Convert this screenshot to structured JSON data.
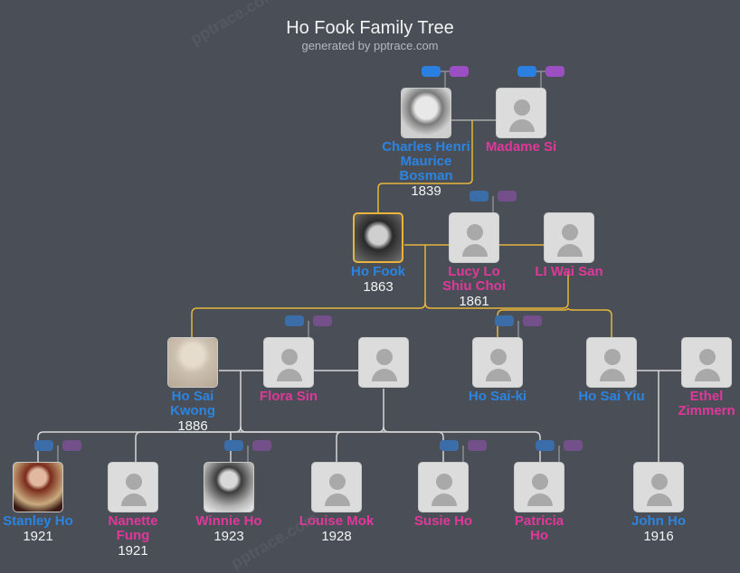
{
  "header": {
    "title": "Ho Fook Family Tree",
    "subtitle": "generated by pptrace.com",
    "watermark": "pptrace.com"
  },
  "colors": {
    "background": "#4a4f57",
    "male": "#2b84e0",
    "female": "#e0389a",
    "selected_line": "#e8b53a",
    "line": "#d0d0d0"
  },
  "people": [
    {
      "id": "charles",
      "name": "Charles Henri Maurice Bosman",
      "year": "1839",
      "gender": "male",
      "photo": true
    },
    {
      "id": "madame_si",
      "name": "Madame Si",
      "year": "",
      "gender": "female",
      "photo": false
    },
    {
      "id": "ho_fook",
      "name": "Ho Fook",
      "year": "1863",
      "gender": "male",
      "photo": true,
      "selected": true
    },
    {
      "id": "lucy",
      "name": "Lucy Lo Shiu Choi",
      "year": "1861",
      "gender": "female",
      "photo": false
    },
    {
      "id": "li_wai_san",
      "name": "LI Wai San",
      "year": "",
      "gender": "female",
      "photo": false
    },
    {
      "id": "ho_sai_kwong",
      "name": "Ho Sai Kwong",
      "year": "1886",
      "gender": "male",
      "photo": true
    },
    {
      "id": "flora",
      "name": "Flora Sin",
      "year": "",
      "gender": "female",
      "photo": false
    },
    {
      "id": "unknown_spouse",
      "name": "",
      "year": "",
      "gender": "female",
      "photo": false
    },
    {
      "id": "ho_sai_ki",
      "name": "Ho Sai-ki",
      "year": "",
      "gender": "male",
      "photo": false
    },
    {
      "id": "ho_sai_yiu",
      "name": "Ho Sai Yiu",
      "year": "",
      "gender": "male",
      "photo": false
    },
    {
      "id": "ethel",
      "name": "Ethel Zimmern",
      "year": "",
      "gender": "female",
      "photo": false
    },
    {
      "id": "stanley",
      "name": "Stanley Ho",
      "year": "1921",
      "gender": "male",
      "photo": true
    },
    {
      "id": "nanette",
      "name": "Nanette Fung",
      "year": "1921",
      "gender": "female",
      "photo": false
    },
    {
      "id": "winnie",
      "name": "Winnie Ho",
      "year": "1923",
      "gender": "female",
      "photo": true
    },
    {
      "id": "louise",
      "name": "Louise Mok",
      "year": "1928",
      "gender": "female",
      "photo": false
    },
    {
      "id": "susie",
      "name": "Susie Ho",
      "year": "",
      "gender": "female",
      "photo": false
    },
    {
      "id": "patricia",
      "name": "Patricia Ho",
      "year": "",
      "gender": "female",
      "photo": false
    },
    {
      "id": "john",
      "name": "John Ho",
      "year": "1916",
      "gender": "male",
      "photo": false
    }
  ]
}
